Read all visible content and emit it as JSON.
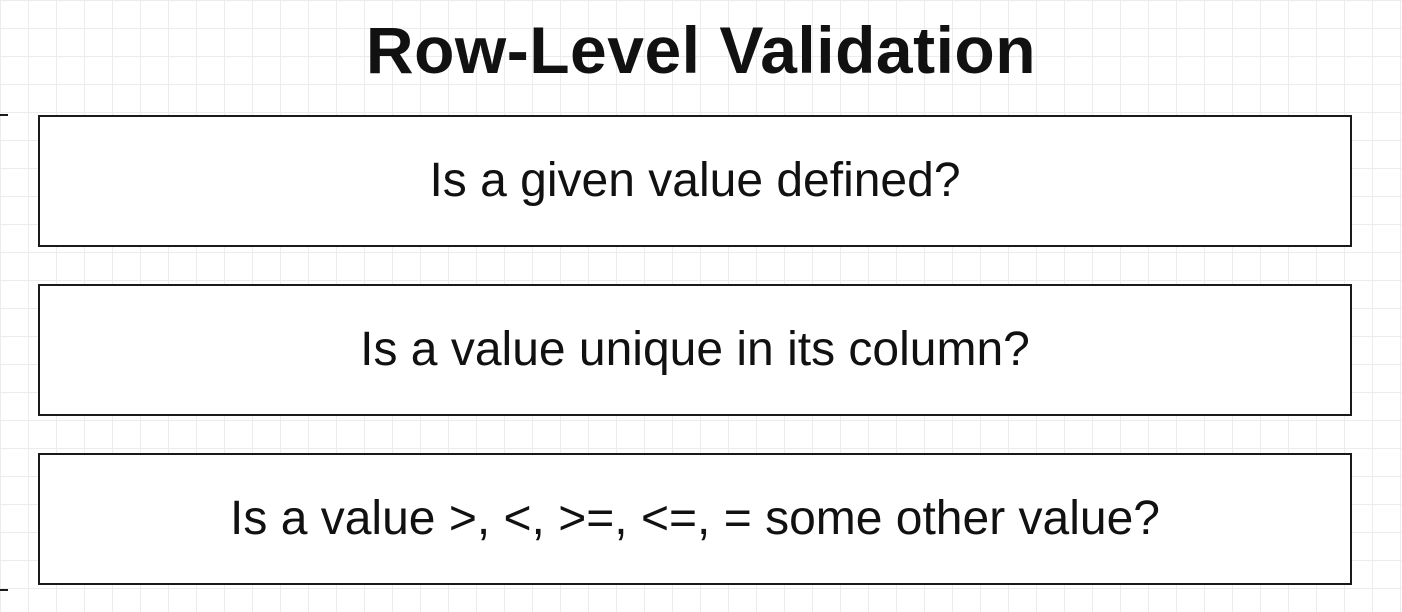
{
  "title": "Row-Level Validation",
  "boxes": [
    {
      "label": "Is a given value defined?"
    },
    {
      "label": "Is a value unique in its column?"
    },
    {
      "label": "Is a value >, <, >=, <=, = some other value?"
    }
  ],
  "colors": {
    "background": "#ffffff",
    "grid": "#ececec",
    "border": "#1a1a1a",
    "text": "#111111"
  }
}
